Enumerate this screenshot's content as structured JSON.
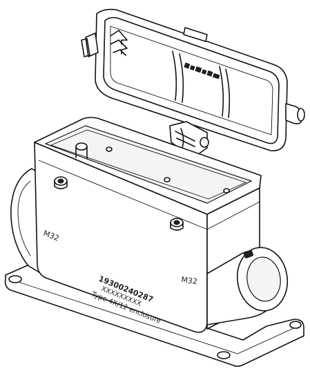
{
  "title": "",
  "labels": {
    "thread_left": "M32",
    "thread_right": "M32",
    "part_number": "19300240287",
    "placeholder_code": "XXXXXXXXX",
    "rating": "Type 4X/12 enclosure"
  }
}
